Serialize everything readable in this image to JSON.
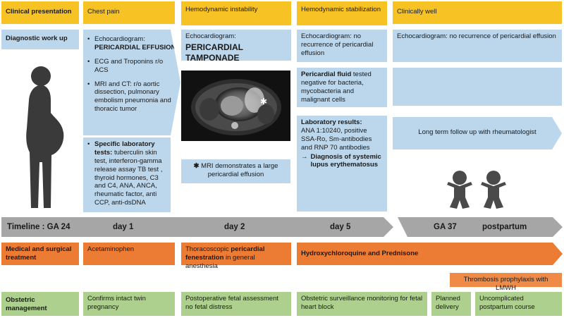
{
  "header": {
    "clinical_presentation": "Clinical presentation",
    "chest_pain": "Chest pain",
    "hemo_instability": "Hemodynamic instability",
    "hemo_stabilization": "Hemodynamic stabilization",
    "clinically_well": "Clinically well"
  },
  "workup": {
    "label": "Diagnostic  work up",
    "col1": {
      "echo_label": "Echocardiogram:",
      "echo_value": "PERICARDIAL EFFUSION",
      "ecg": "ECG and Troponins r/o ACS",
      "mri_ct": "MRI and CT: r/o aortic dissection, pulmonary embolism pneumonia and thoracic tumor"
    },
    "col1_lab": {
      "title": "Specific laboratory tests:",
      "text": "tuberculin skin test, interferon-gamma release assay TB test , thyroid hormones, C3 and C4, ANA, ANCA, rheumatic factor, anti CCP, anti-dsDNA"
    },
    "col2": {
      "echo_label": "Echocardiogram:",
      "echo_value": "PERICARDIAL TAMPONADE",
      "mri_star": "✱",
      "mri_caption": "MRI demonstrates a large pericardial effusion"
    },
    "col3": {
      "echo": "Echocardiogram: no recurrence of pericardial effusion",
      "fluid_bold": "Pericardial fluid",
      "fluid_text": " tested negative for bacteria, mycobacteria and malignant cells",
      "lab_title": "Laboratory results:",
      "lab_text": "ANA  1:10240, positive SSA-Ro, Sm-antibodies and RNP 70 antibodies",
      "diag_arrow": "→",
      "diag_text": "Diagnosis of systemic lupus erythematosus"
    },
    "col4": {
      "echo": "Echocardiogram: no recurrence of pericardial effusion",
      "followup": "Long term follow up with rheumatologist"
    }
  },
  "timeline": {
    "label": "Timeline :   GA 24",
    "day1": "day 1",
    "day2": "day 2",
    "day5": "day 5",
    "ga37": "GA 37",
    "postpartum": "postpartum"
  },
  "treatment": {
    "label": "Medical and surgical treatment",
    "acetaminophen": "Acetaminophen",
    "thora_pre": "Thoracoscopic ",
    "thora_bold": "pericardial fenestration",
    "thora_post": " in general anesthesia",
    "hcq": "Hydroxychloroquine  and Prednisone",
    "lmwh": "Thrombosis prophylaxis with LMWH"
  },
  "obstetric": {
    "label": "Obstetric management",
    "col1": "Confirms intact twin pregnancy",
    "col2": "Postoperative fetal assessment no fetal distress",
    "col3": "Obstetric surveillance monitoring for fetal heart block",
    "col4": "Planned delivery",
    "col5": "Uncomplicated postpartum course"
  }
}
